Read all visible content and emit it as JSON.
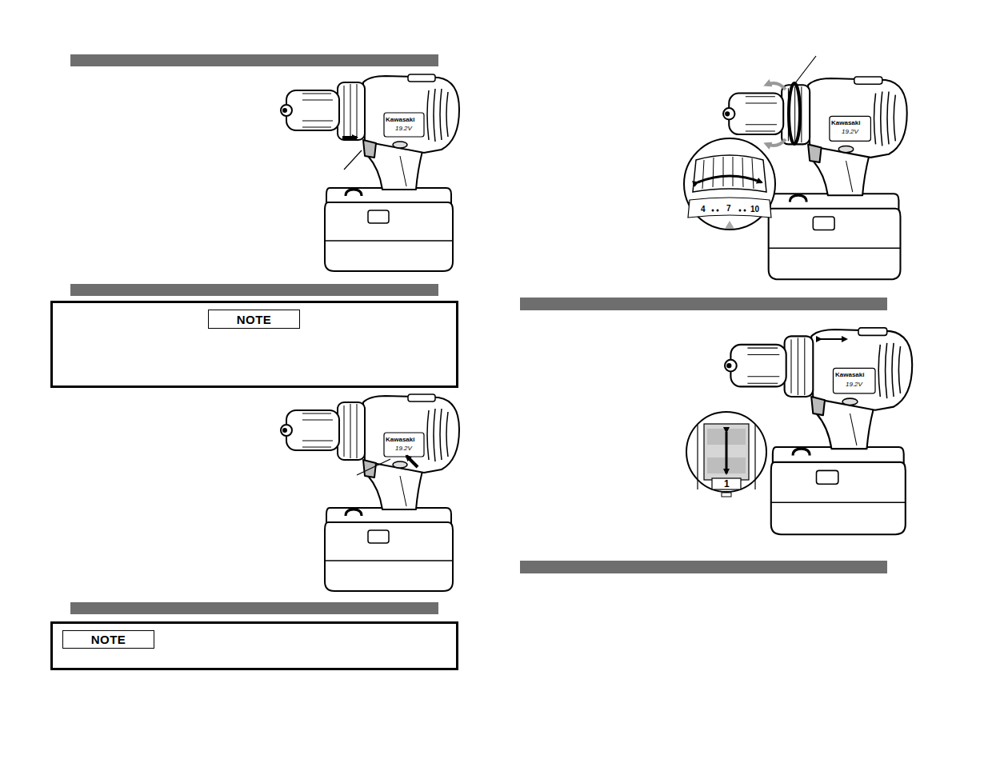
{
  "diagram": {
    "nodes": [
      {
        "text": [
          "NOTE"
        ]
      },
      {
        "text": [
          "NOTE"
        ]
      }
    ],
    "labels": [
      "Kawasaki",
      "19.2V",
      "Kawasaki",
      "19.2V",
      "Kawasaki",
      "19.2V",
      "4",
      "7",
      "10",
      "Kawasaki",
      "19.2V",
      "1"
    ]
  }
}
